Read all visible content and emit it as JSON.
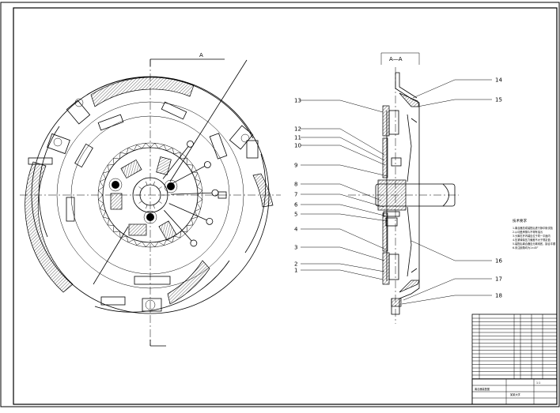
{
  "section_title": "A—A",
  "cut_label": "A",
  "callouts_left": [
    "13",
    "12",
    "11",
    "10",
    "9",
    "8",
    "7",
    "6",
    "5",
    "4",
    "3",
    "2",
    "1"
  ],
  "callouts_right": [
    "14",
    "15",
    "16",
    "17",
    "18"
  ],
  "notes_title": "技术要求",
  "notes_lines": [
    "1.离合器总成装配后进行静平衡试验",
    "2.从动盘摩擦片不得有油污",
    "3.分离杠杆内端应位于同一平面内",
    "4.压紧弹簧压力偏差不大于规定值",
    "5.装配后离合器应分离彻底，接合平顺",
    "6.未注倒角均为1×45°"
  ],
  "title_block": {
    "drawing_name": "离合器装配图",
    "school": "某某大学",
    "scale": "1:1"
  }
}
